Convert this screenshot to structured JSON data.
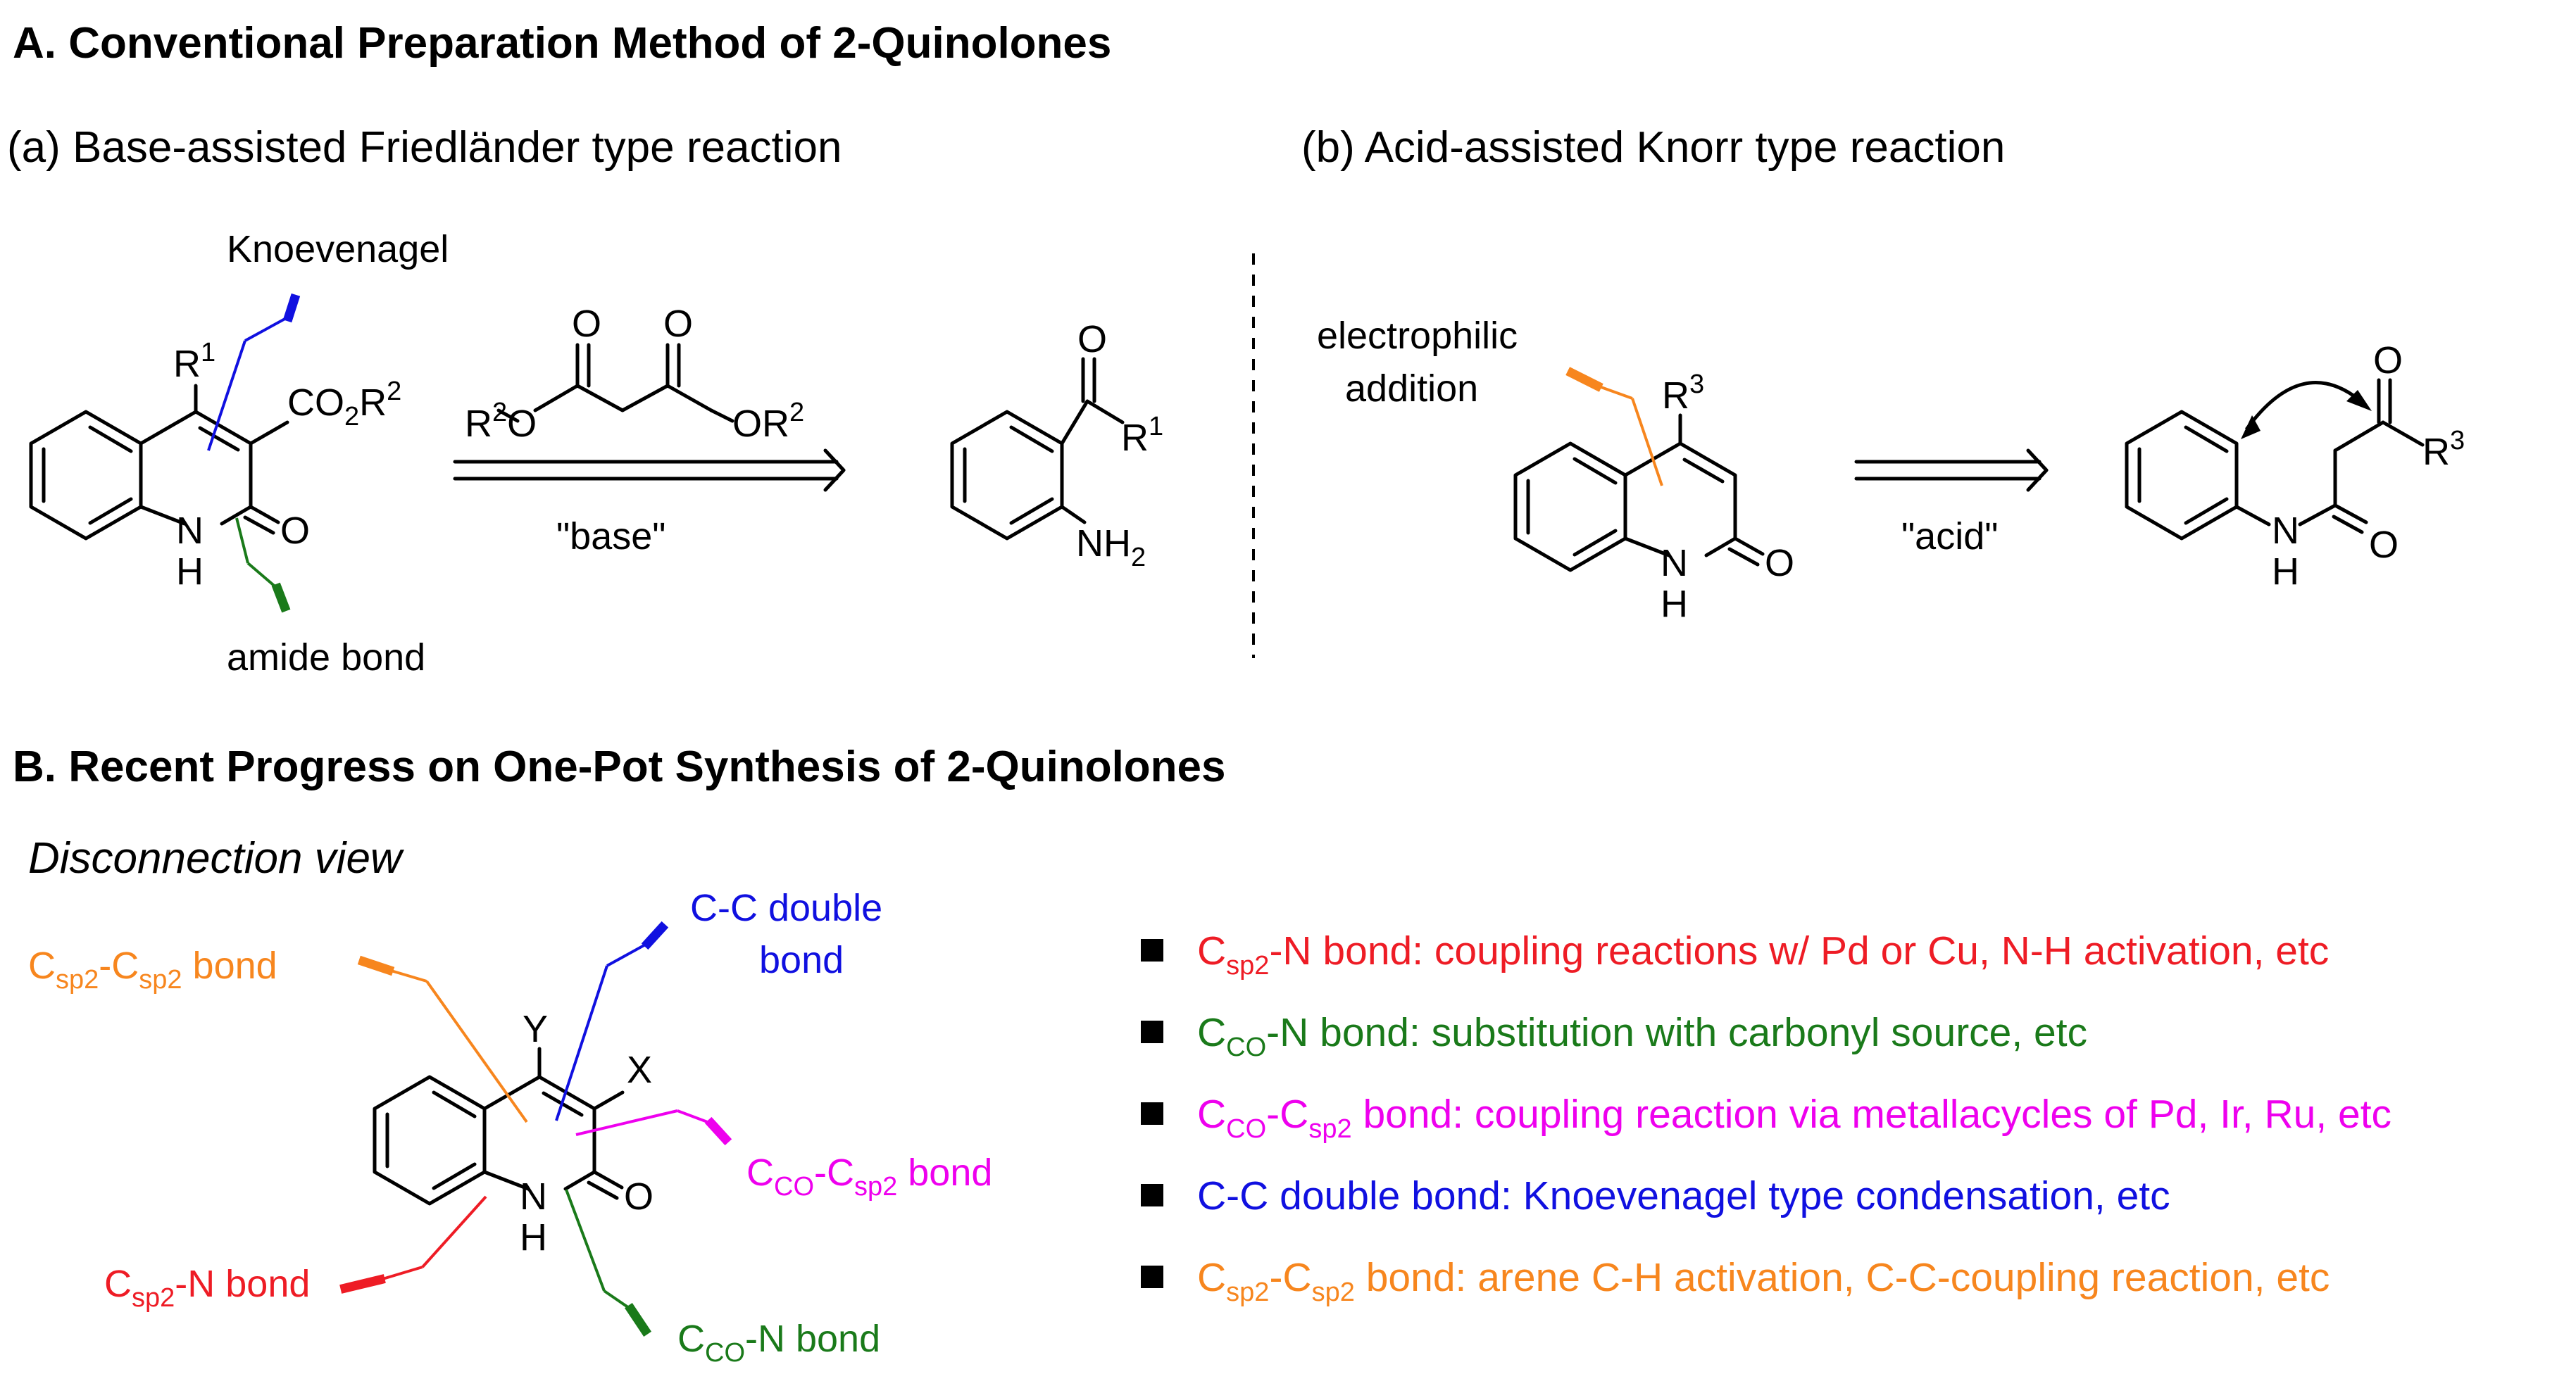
{
  "headers": {
    "section_a": "A. Conventional Preparation Method of 2-Quinolones",
    "section_b": "B. Recent Progress on One-Pot Synthesis of 2-Quinolones"
  },
  "panel_a": {
    "title": "(a) Base-assisted Friedländer type reaction",
    "knoevenagel_label": "Knoevenagel",
    "amide_label": "amide bond",
    "r1_label": "R",
    "r1_sup": "1",
    "co2r2_label": "CO",
    "co2r2_sub": "2",
    "co2r2_r": "R",
    "co2r2_sup": "2",
    "nh_label": "N",
    "h_label": "H",
    "o_label": "O",
    "malonate_r_left": "R",
    "malonate_sup_left": "2",
    "malonate_o_left": "O",
    "malonate_o_right": "OR",
    "malonate_sup_right": "2",
    "malonate_o_top1": "O",
    "malonate_o_top2": "O",
    "reagent": "\"base\"",
    "ketone_o": "O",
    "ketone_r": "R",
    "ketone_sup": "1",
    "nh2_n": "NH",
    "nh2_sub": "2"
  },
  "panel_b": {
    "title": "(b) Acid-assisted Knorr type reaction",
    "electrophilic_label_1": "electrophilic",
    "electrophilic_label_2": "addition",
    "r3_label": "R",
    "r3_sup": "3",
    "nh_label": "N",
    "h_label": "H",
    "o_label": "O",
    "reagent": "\"acid\"",
    "amide_o_top": "O",
    "amide_r": "R",
    "amide_sup": "3",
    "amide_n": "N",
    "amide_h": "H",
    "amide_o": "O"
  },
  "disconnection": {
    "title": "Disconnection view",
    "y_label": "Y",
    "x_label": "X",
    "nh_label": "N",
    "h_label": "H",
    "o_label": "O",
    "cc_double_1": "C-C double",
    "cc_double_2": "bond",
    "csp2csp2": {
      "c1": "C",
      "s1": "sp2",
      "mid": "-C",
      "s2": "sp2",
      "tail": " bond"
    },
    "ccocsp2": {
      "c1": "C",
      "s1": "CO",
      "mid": "-C",
      "s2": "sp2",
      "tail": " bond"
    },
    "csp2n": {
      "c1": "C",
      "s1": "sp2",
      "tail": "-N bond"
    },
    "ccon": {
      "c1": "C",
      "s1": "CO",
      "tail": "-N bond"
    }
  },
  "bullets": [
    {
      "c": "C",
      "s1": "sp2",
      "mid": "",
      "s2": "",
      "text": "-N bond: coupling reactions w/ Pd or Cu, N-H activation, etc",
      "color": "#ee1c25"
    },
    {
      "c": "C",
      "s1": "CO",
      "mid": "",
      "s2": "",
      "text": "-N bond: substitution with carbonyl source, etc",
      "color": "#1a7a1a"
    },
    {
      "c": "C",
      "s1": "CO",
      "mid": "-C",
      "s2": "sp2",
      "text": " bond: coupling reaction via metallacycles of Pd, Ir, Ru, etc",
      "color": "#ee00ee"
    },
    {
      "c": "",
      "s1": "",
      "mid": "",
      "s2": "",
      "text": "C-C double bond: Knoevenagel type condensation, etc",
      "color": "#1010e0"
    },
    {
      "c": "C",
      "s1": "sp2",
      "mid": "-C",
      "s2": "sp2",
      "text": " bond: arene C-H activation, C-C-coupling reaction, etc",
      "color": "#f7861e"
    }
  ],
  "colors": {
    "blue": "#1010e0",
    "green": "#1a7a1a",
    "orange": "#f7861e",
    "magenta": "#ee00ee",
    "red": "#ee1c25"
  }
}
